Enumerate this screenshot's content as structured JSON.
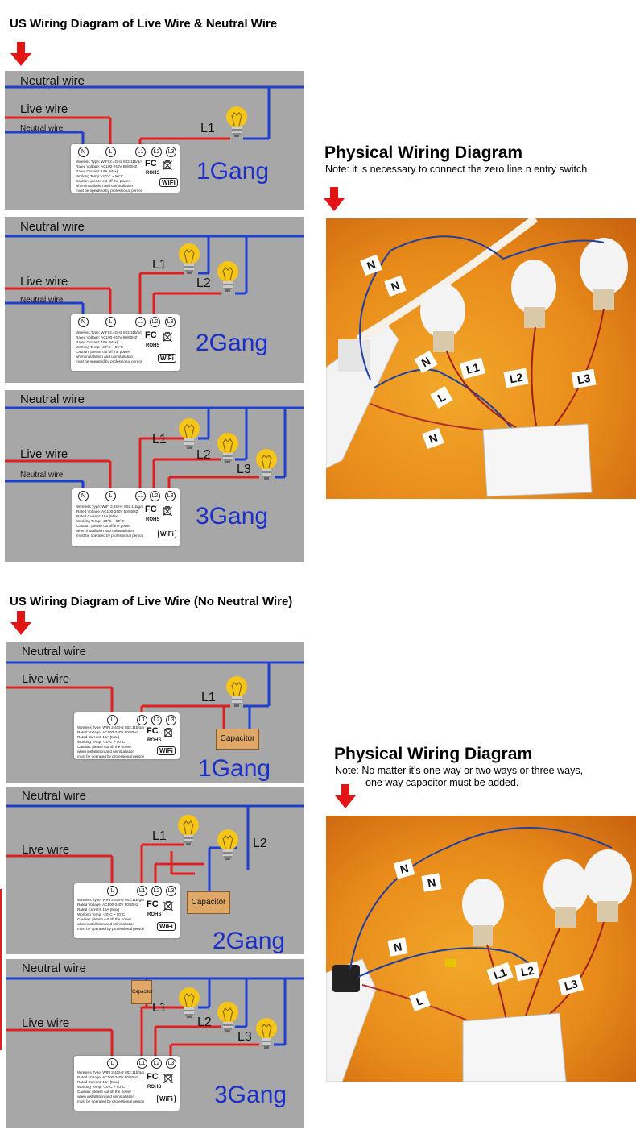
{
  "top_title": "US Wiring Diagram of Live Wire & Neutral Wire",
  "bottom_title": "US Wiring Diagram of Live Wire (No Neutral Wire)",
  "labels": {
    "neutral_wire": "Neutral wire",
    "live_wire": "Live wire",
    "neutral_wire_small": "Neutral wire",
    "capacitor": "Capacitor",
    "gang1": "1Gang",
    "gang2": "2Gang",
    "gang3": "3Gang",
    "L1": "L1",
    "L2": "L2",
    "L3": "L3"
  },
  "terminals": {
    "N": "N",
    "L": "L",
    "L1": "L1",
    "L2": "L2",
    "L3": "L3"
  },
  "module": {
    "spec_lines": "Wireless Type: WIFI 2.4GHz 802.11b/g/n\nRated Voltage: AC100-240V 50/60HZ\nRated Current: 16A (Max)\nWorking Temp: -20°C ~ 50°C\nCaution: please cut off the power\nwhen installation and uninstallation\nmust be operated by professional person",
    "fc": "FC",
    "rohs": "ROHS",
    "wifi": "WiFi"
  },
  "physical_top": {
    "title": "Physical Wiring Diagram",
    "note": "Note: it is necessary to connect the zero line n entry switch",
    "tags": [
      "N",
      "N",
      "N",
      "L",
      "N",
      "L1",
      "L2",
      "L3"
    ]
  },
  "physical_bottom": {
    "title": "Physical Wiring Diagram",
    "note_line1": "Note: No matter it's one way or two ways or three ways,",
    "note_line2": "one way capacitor must be added.",
    "tags": [
      "N",
      "N",
      "N",
      "L",
      "L1",
      "L2",
      "L3"
    ]
  },
  "colors": {
    "neutral": "#1f3fd0",
    "live": "#e02020",
    "panel": "#a7a7a7",
    "gang_text": "#1b2fc9",
    "arrow": "#e31414",
    "bulb": "#f5c518"
  }
}
